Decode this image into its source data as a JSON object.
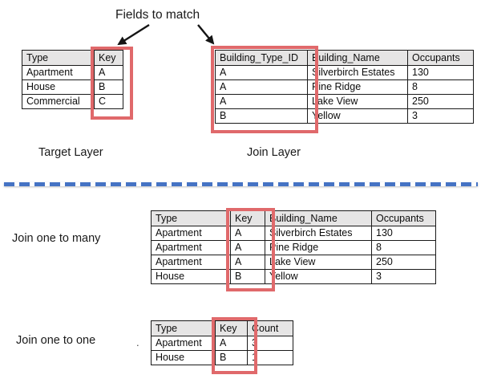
{
  "annotation": {
    "fields_to_match": "Fields to match"
  },
  "colors": {
    "highlight_red": "#e0696b",
    "divider_blue": "#4573c4",
    "header_gray": "#e6e5e5"
  },
  "target_table": {
    "label": "Target Layer",
    "headers": [
      "Type",
      "Key"
    ],
    "rows": [
      [
        "Apartment",
        "A"
      ],
      [
        "House",
        "B"
      ],
      [
        "Commercial",
        "C"
      ]
    ]
  },
  "join_table": {
    "label": "Join Layer",
    "headers": [
      "Building_Type_ID",
      "Building_Name",
      "Occupants"
    ],
    "rows": [
      [
        "A",
        "Silverbirch Estates",
        "130"
      ],
      [
        "A",
        "Pine Ridge",
        "8"
      ],
      [
        "A",
        "Lake View",
        "250"
      ],
      [
        "B",
        "Yellow",
        "3"
      ]
    ]
  },
  "one_to_many": {
    "label": "Join one to many",
    "headers": [
      "Type",
      "Key",
      "Building_Name",
      "Occupants"
    ],
    "rows": [
      [
        "Apartment",
        "A",
        "Silverbirch Estates",
        "130"
      ],
      [
        "Apartment",
        "A",
        "Pine Ridge",
        "8"
      ],
      [
        "Apartment",
        "A",
        "Lake View",
        "250"
      ],
      [
        "House",
        "B",
        "Yellow",
        "3"
      ]
    ]
  },
  "one_to_one": {
    "label": "Join one to one",
    "headers": [
      "Type",
      "Key",
      "Count"
    ],
    "rows": [
      [
        "Apartment",
        "A",
        "3"
      ],
      [
        "House",
        "B",
        "1"
      ]
    ]
  },
  "stray_period": "."
}
